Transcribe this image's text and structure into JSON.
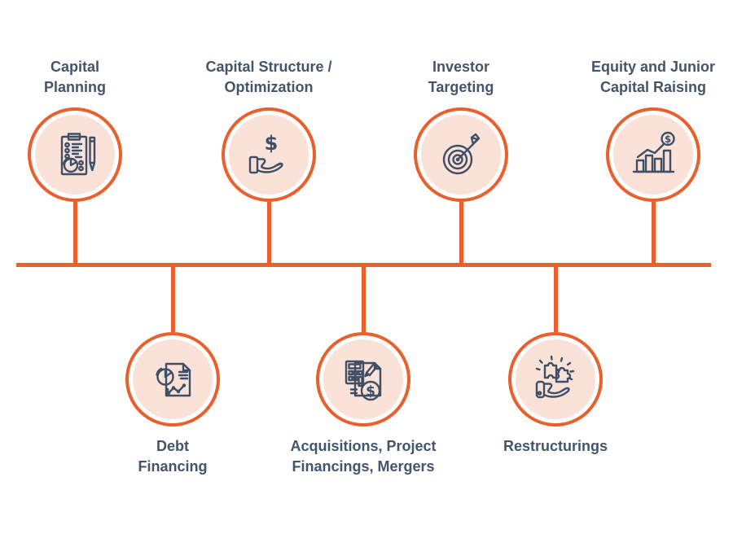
{
  "diagram_name": "Advisory capabilities timeline",
  "colors": {
    "accent_orange": "#E9602C",
    "circle_fill": "#FAE2D9",
    "icon_navy": "#3E4F66",
    "label_text": "#44546A",
    "background": "#FFFFFF"
  },
  "top_items": [
    {
      "label": "Capital\nPlanning",
      "icon": "clipboard-checklist-icon"
    },
    {
      "label": "Capital Structure /\nOptimization",
      "icon": "hand-dollar-icon"
    },
    {
      "label": "Investor\nTargeting",
      "icon": "target-arrow-icon"
    },
    {
      "label": "Equity and Junior\nCapital Raising",
      "icon": "growth-chart-dollar-icon"
    }
  ],
  "bottom_items": [
    {
      "label": "Debt\nFinancing",
      "icon": "report-pie-chart-icon"
    },
    {
      "label": "Acquisitions, Project\nFinancings, Mergers",
      "icon": "calculator-document-icon"
    },
    {
      "label": "Restructurings",
      "icon": "hand-puzzle-icon"
    }
  ]
}
